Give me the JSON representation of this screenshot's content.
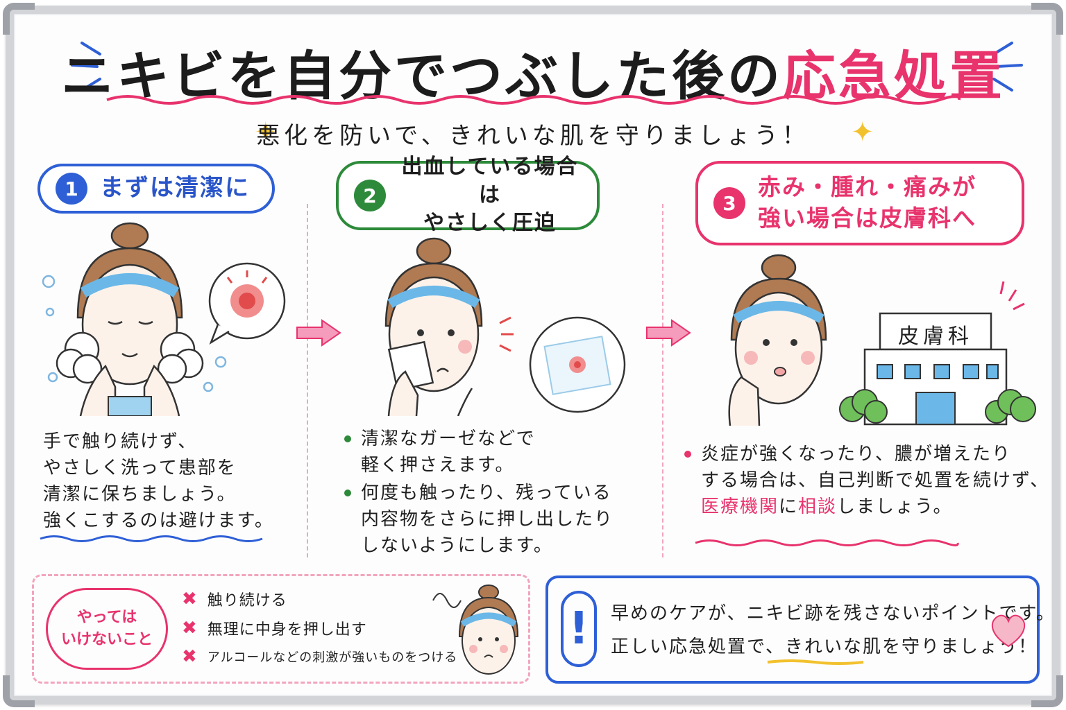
{
  "title": {
    "main": "ニキビを自分でつぶした後の",
    "accent": "応急処置"
  },
  "subtitle": "悪化を防いで、きれいな肌を守りましょう！",
  "colors": {
    "blue": "#2e5fd6",
    "green": "#2d8a3a",
    "pink": "#e8336d",
    "yellow": "#f2c12e"
  },
  "steps": [
    {
      "number": "1",
      "label": "まずは清潔に",
      "body": [
        "手で触り続けず、",
        "やさしく洗って患部を",
        "清潔に保ちましょう。",
        "強くこするのは避けます。"
      ]
    },
    {
      "number": "2",
      "label": "出血している場合は\nやさしく圧迫",
      "bullets": [
        "清潔なガーゼなどで\n軽く押さえます。",
        "何度も触ったり、残っている\n内容物をさらに押し出したり\nしないようにします。"
      ]
    },
    {
      "number": "3",
      "label": "赤み・腫れ・痛みが\n強い場合は皮膚科へ",
      "bullet_line1": "炎症が強くなったり、膿が増えたり",
      "bullet_line2": "する場合は、自己判断で処置を続けず、",
      "bullet_line3_a": "医療機関",
      "bullet_line3_b": "に",
      "bullet_line3_c": "相談",
      "bullet_line3_d": "しましょう。",
      "clinic_sign": "皮膚科"
    }
  ],
  "donts": {
    "label": "やっては\nいけないこと",
    "items": [
      "触り続ける",
      "無理に中身を押し出す",
      "アルコールなどの刺激が強いものをつける"
    ]
  },
  "tip": {
    "icon": "!",
    "line1": "早めのケアが、ニキビ跡を残さないポイントです。",
    "line2": "正しい応急処置で、きれいな肌を守りましょう！"
  }
}
